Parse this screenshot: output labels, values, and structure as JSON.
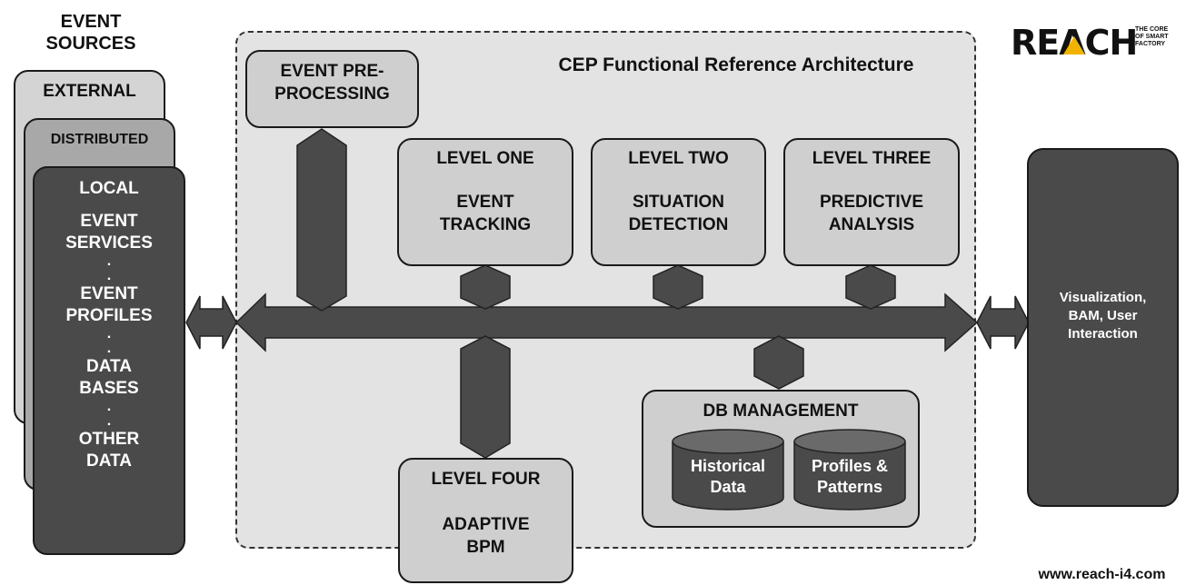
{
  "sources": {
    "title": "EVENT\nSOURCES",
    "external": "EXTERNAL",
    "distributed": "DISTRIBUTED",
    "local_items": [
      "LOCAL",
      "EVENT\nSERVICES",
      ".\n.",
      "EVENT\nPROFILES",
      ".\n.",
      "DATA\nBASES",
      ".\n.",
      "OTHER\nDATA"
    ]
  },
  "cep": {
    "title": "CEP Functional Reference Architecture",
    "preprocessing": "EVENT PRE-\nPROCESSING",
    "levels": [
      {
        "heading": "LEVEL ONE",
        "body": "EVENT\nTRACKING"
      },
      {
        "heading": "LEVEL TWO",
        "body": "SITUATION\nDETECTION"
      },
      {
        "heading": "LEVEL THREE",
        "body": "PREDICTIVE\nANALYSIS"
      }
    ],
    "level_four": {
      "heading": "LEVEL FOUR",
      "body": "ADAPTIVE\nBPM"
    },
    "db": {
      "title": "DB MANAGEMENT",
      "stores": [
        "Historical\nData",
        "Profiles &\nPatterns"
      ]
    }
  },
  "output": "Visualization,\nBAM, User\nInteraction",
  "logo": {
    "word": "REACH",
    "tagline": "THE CORE\nOF SMART\nFACTORY"
  },
  "website": "www.reach-i4.com",
  "colors": {
    "dark": "#4a4a4a",
    "mid": "#9a9a9a",
    "light": "#cfcfcf",
    "panel": "#e3e3e3"
  }
}
